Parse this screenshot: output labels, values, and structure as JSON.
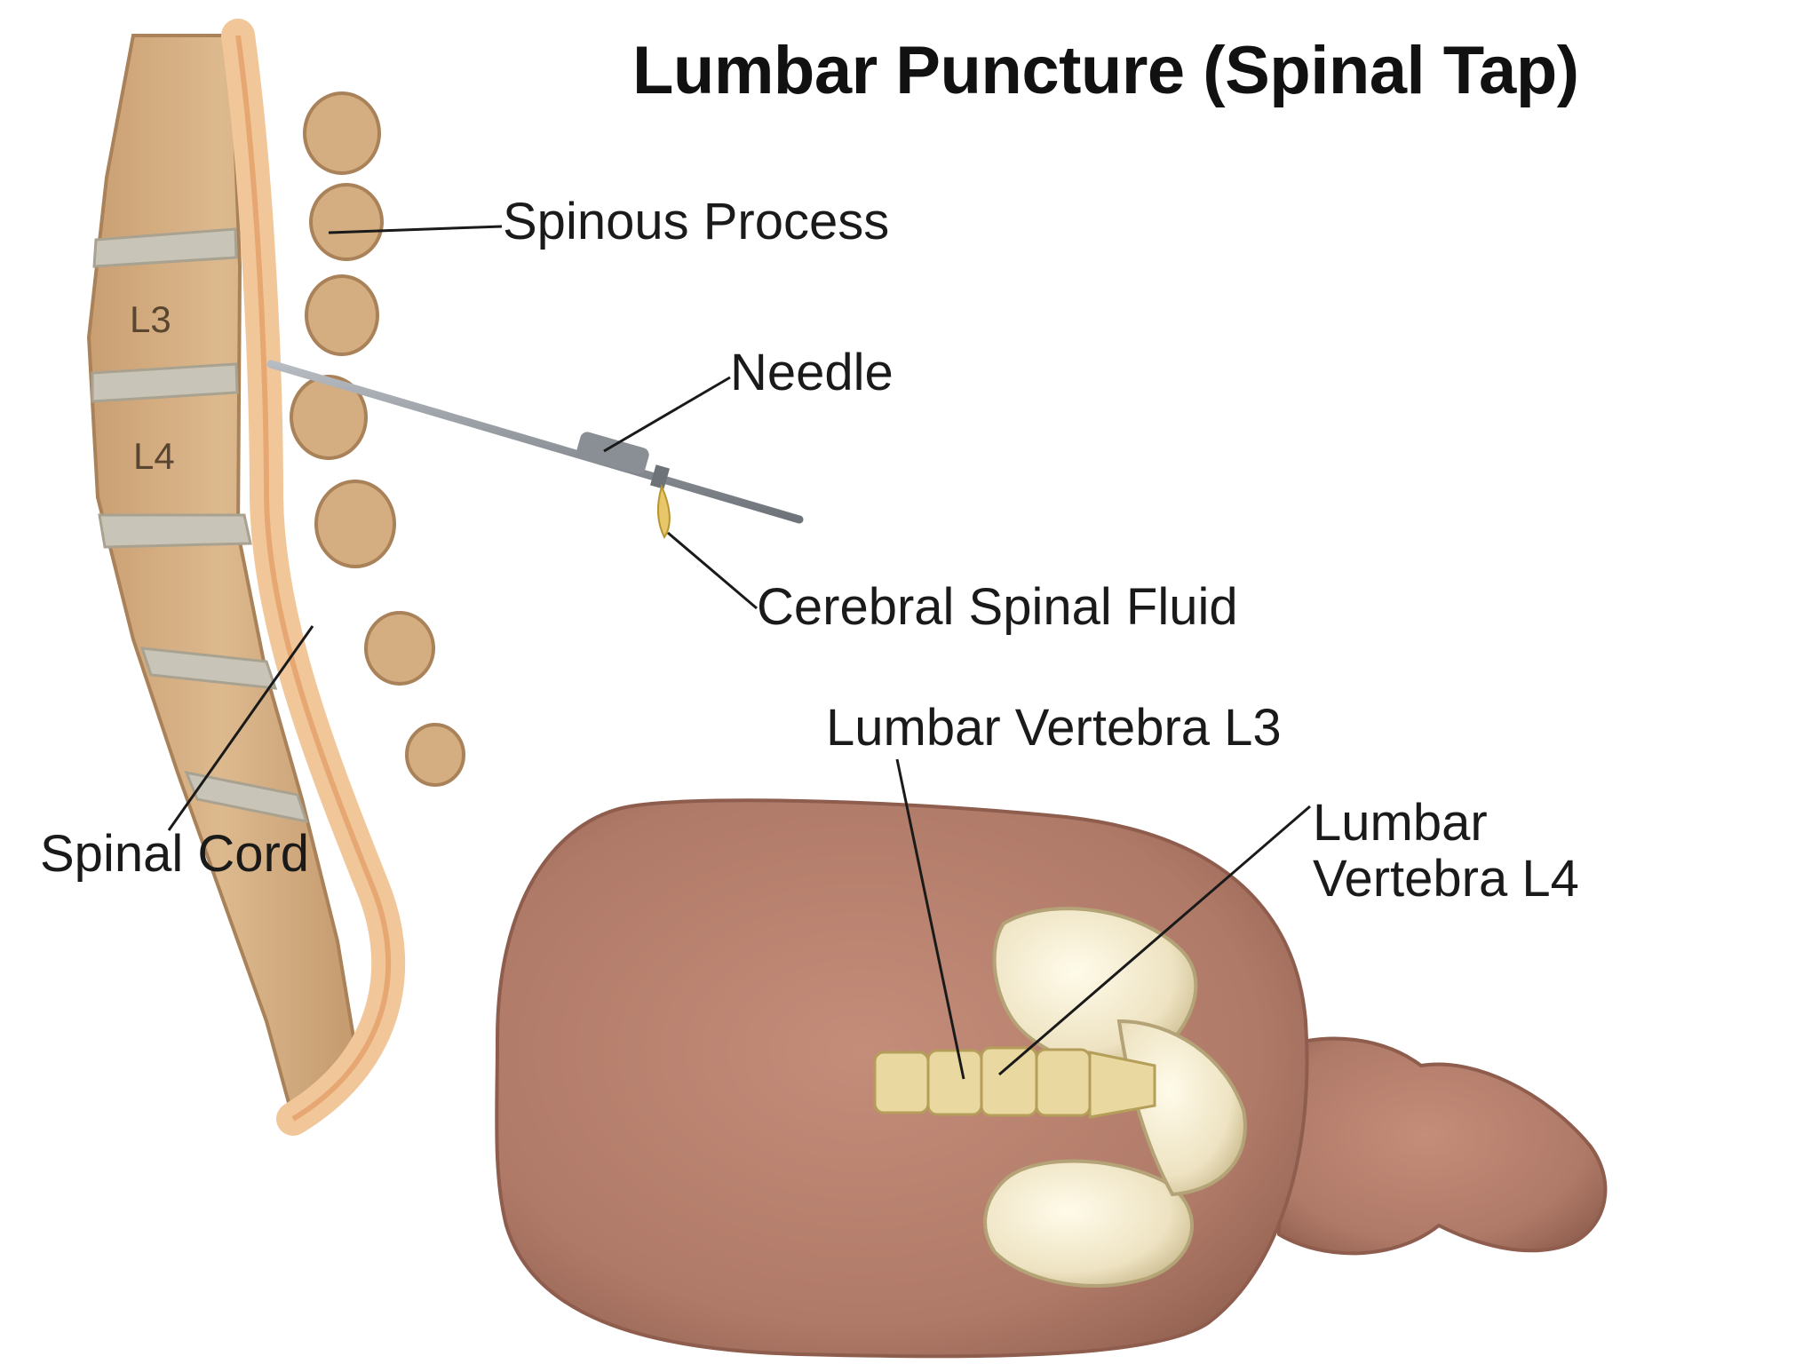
{
  "title": "Lumbar Puncture (Spinal Tap)",
  "labels": {
    "spinous_process": "Spinous Process",
    "needle": "Needle",
    "csf": "Cerebral Spinal Fluid",
    "spinal_cord": "Spinal Cord",
    "l3": "Lumbar Vertebra L3",
    "l4_line1": "Lumbar",
    "l4_line2": "Vertebra L4"
  },
  "vertebra_markers": {
    "l3": "L3",
    "l4": "L4"
  },
  "colors": {
    "bone": "#D9B48A",
    "bone_dark": "#B58A5C",
    "disc": "#C9C4B8",
    "cord": "#F1C79A",
    "skin": "#B07A68",
    "skin_dark": "#8E5D4D",
    "pelvis": "#F0E7C8",
    "needle": "#8A8F96"
  }
}
